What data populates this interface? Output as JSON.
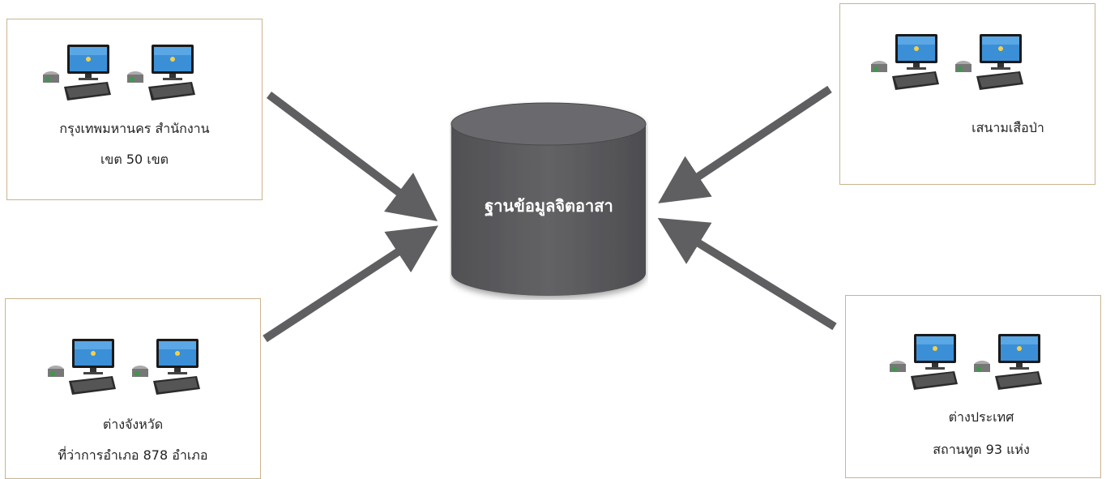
{
  "database": {
    "label": "ฐานข้อมูลจิตอาสา"
  },
  "nodes": [
    {
      "id": "bangkok",
      "line1": "กรุงเทพมหานคร  สำนักงาน",
      "line2": "เขต 50 เขต"
    },
    {
      "id": "sanam",
      "line1": "เสนามเสือป่า",
      "line2": ""
    },
    {
      "id": "provinces",
      "line1": "ต่างจังหวัด",
      "line2": "ที่ว่าการอำเภอ 878 อำเภอ"
    },
    {
      "id": "abroad",
      "line1": "ต่างประเทศ",
      "line2": "สถานทูต 93 แห่ง"
    }
  ],
  "icons": {
    "computer": "desktop-computer-icon"
  },
  "colors": {
    "arrow": "#5f5f62",
    "database": "#5a5a5d",
    "box_border": "#c9b48f"
  }
}
